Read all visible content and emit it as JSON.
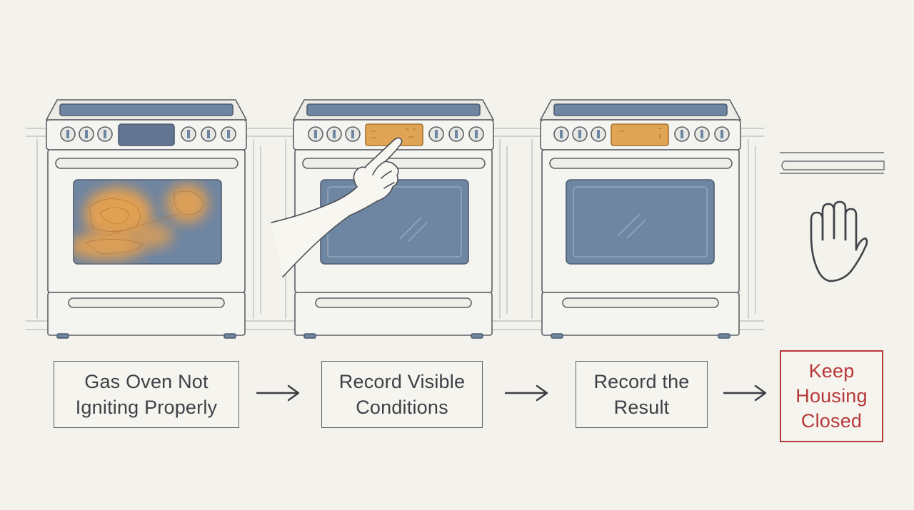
{
  "steps": [
    {
      "label": "Gas Oven Not Igniting Properly"
    },
    {
      "label": "Record Visible Conditions"
    },
    {
      "label": "Record the Result"
    },
    {
      "label": "Keep Housing Closed"
    }
  ],
  "icons": [
    "hand-stop-icon",
    "pointing-hand-icon"
  ],
  "colors": {
    "background": "#f3f2ec",
    "outline": "#5c5f66",
    "cooktop_blue": "#6f86a3",
    "display_orange": "#e0a455",
    "heat_orange": "#e8a34f",
    "warning_red": "#b8383a"
  }
}
